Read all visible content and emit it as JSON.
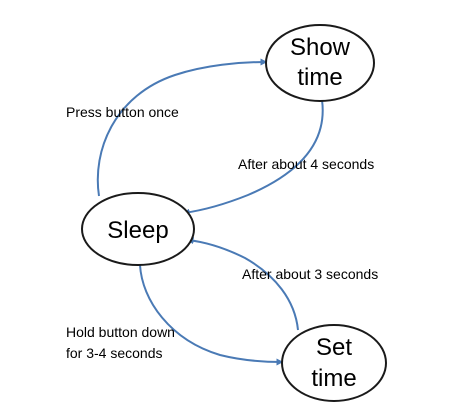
{
  "colors": {
    "arrow": "#4a7ab5",
    "node_stroke": "#1a1a1a",
    "text": "#000000"
  },
  "nodes": {
    "show_time": {
      "line1": "Show",
      "line2": "time"
    },
    "sleep": {
      "label": "Sleep"
    },
    "set_time": {
      "line1": "Set",
      "line2": "time"
    }
  },
  "edges": {
    "press_button": {
      "label": "Press button once"
    },
    "after_4": {
      "label": "After about 4 seconds"
    },
    "after_3": {
      "label": "After about 3 seconds"
    },
    "hold_button": {
      "line1": "Hold button down",
      "line2": "for 3-4 seconds"
    }
  }
}
